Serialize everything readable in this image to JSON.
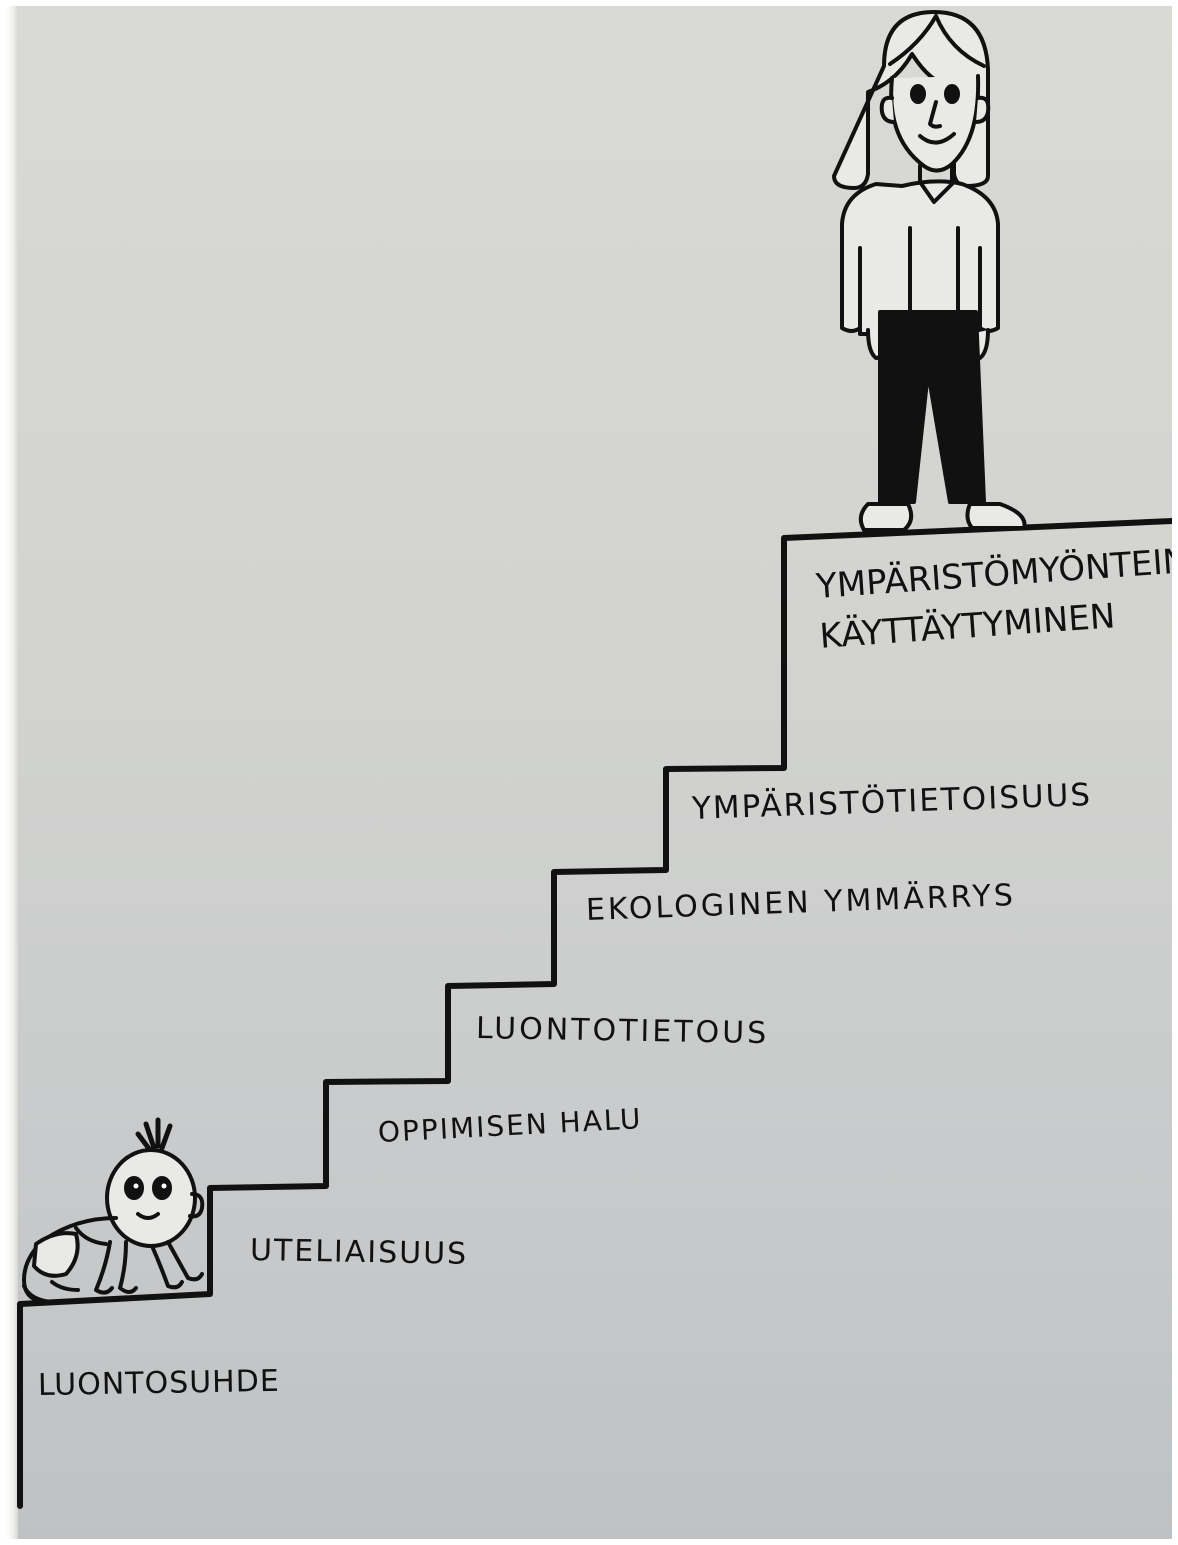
{
  "steps": [
    {
      "label": "LUONTOSUHDE"
    },
    {
      "label": "UTELIAISUUS"
    },
    {
      "label": "OPPIMISEN HALU"
    },
    {
      "label": "LUONTOTIETOUS"
    },
    {
      "label": "EKOLOGINEN YMMÄRRYS"
    },
    {
      "label": "YMPÄRISTÖTIETOISUUS"
    },
    {
      "label_line1": "YMPÄRISTÖMYÖNTEINEN",
      "label_line2": "KÄYTTÄYTYMINEN"
    }
  ],
  "colors": {
    "ink": "#111111",
    "paper": "#d2d3d0"
  },
  "icons": [
    "baby-illustration",
    "woman-illustration"
  ]
}
